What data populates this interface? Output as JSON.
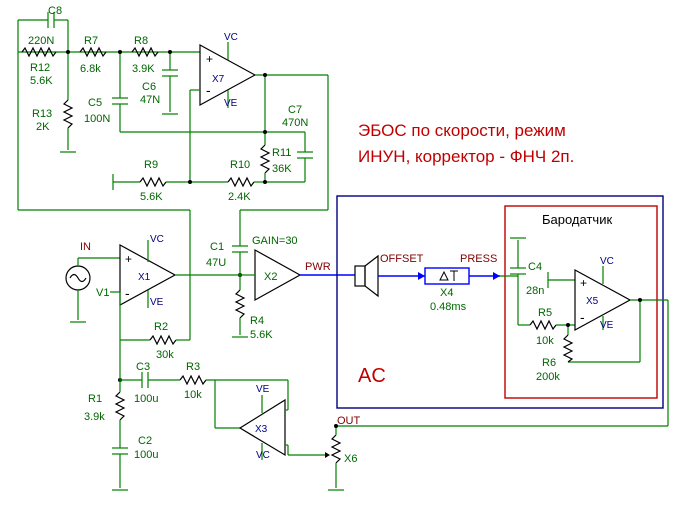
{
  "description_lines": [
    "ЭБОС по скорости, режим",
    "ИНУН, корректор - ФНЧ 2п."
  ],
  "ac_label": "AC",
  "sensor_label": "Бародатчик",
  "components": {
    "C8": {
      "ref": "C8",
      "value": ""
    },
    "R12": {
      "ref": "R12",
      "value": "5.6K"
    },
    "R12_top": {
      "value": "220N"
    },
    "R7": {
      "ref": "R7",
      "value": "6.8k"
    },
    "R8": {
      "ref": "R8",
      "value": "3.9K"
    },
    "R13": {
      "ref": "R13",
      "value": "2K"
    },
    "C5": {
      "ref": "C5",
      "value": "100N"
    },
    "C6": {
      "ref": "C6",
      "value": "47N"
    },
    "X7": {
      "ref": "X7"
    },
    "C7": {
      "ref": "C7",
      "value": "470N"
    },
    "R11": {
      "ref": "R11",
      "value": "36K"
    },
    "R9": {
      "ref": "R9",
      "value": "5.6K"
    },
    "R10": {
      "ref": "R10",
      "value": "2.4K"
    },
    "V1": {
      "ref": "V1"
    },
    "X1": {
      "ref": "X1"
    },
    "R2": {
      "ref": "R2",
      "value": "30k"
    },
    "C1": {
      "ref": "C1",
      "value": "47U"
    },
    "X2": {
      "ref": "X2",
      "param": "GAIN=30"
    },
    "R4": {
      "ref": "R4",
      "value": "5.6K"
    },
    "R1": {
      "ref": "R1",
      "value": "3.9k"
    },
    "C3": {
      "ref": "C3",
      "value": "100u"
    },
    "R3": {
      "ref": "R3",
      "value": "10k"
    },
    "C2": {
      "ref": "C2",
      "value": "100u"
    },
    "X3": {
      "ref": "X3"
    },
    "X6": {
      "ref": "X6"
    },
    "X4": {
      "ref": "X4",
      "value": "0.48ms",
      "symbol": "ΔT"
    },
    "C4": {
      "ref": "C4",
      "value": "28n"
    },
    "R5": {
      "ref": "R5",
      "value": "10k"
    },
    "R6": {
      "ref": "R6",
      "value": "200k"
    },
    "X5": {
      "ref": "X5"
    }
  },
  "nets": {
    "in": "IN",
    "pwr": "PWR",
    "offset": "OFFSET",
    "press": "PRESS",
    "out": "OUT"
  },
  "power": {
    "vc": "VC",
    "ve": "VE"
  }
}
